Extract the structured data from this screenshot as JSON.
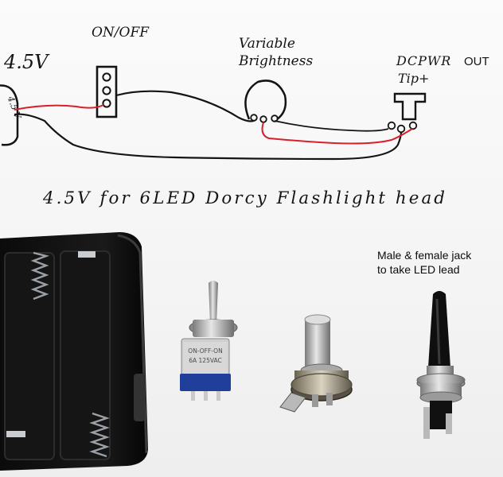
{
  "sketch": {
    "battery_label": "4.5V",
    "battery_box_label": "4.5 V",
    "switch_label": "ON/OFF",
    "pot_label_line1": "Variable",
    "pot_label_line2": "Brightness",
    "jack_label_line1": "DCPWR",
    "jack_label_suffix": "OUT",
    "jack_label_line2": "Tip+",
    "title": "4.5V for 6LED Dorcy Flashlight head"
  },
  "caption": {
    "line1": "Male & female jack",
    "line2": "to take LED lead"
  },
  "parts": {
    "switch_print_line1": "ON-OFF-ON",
    "switch_print_line2": "6A 125VAC"
  },
  "colors": {
    "ink": "#141414",
    "red_wire": "#d8202a",
    "holder": "#121212",
    "switch_base": "#1f3f9a"
  }
}
